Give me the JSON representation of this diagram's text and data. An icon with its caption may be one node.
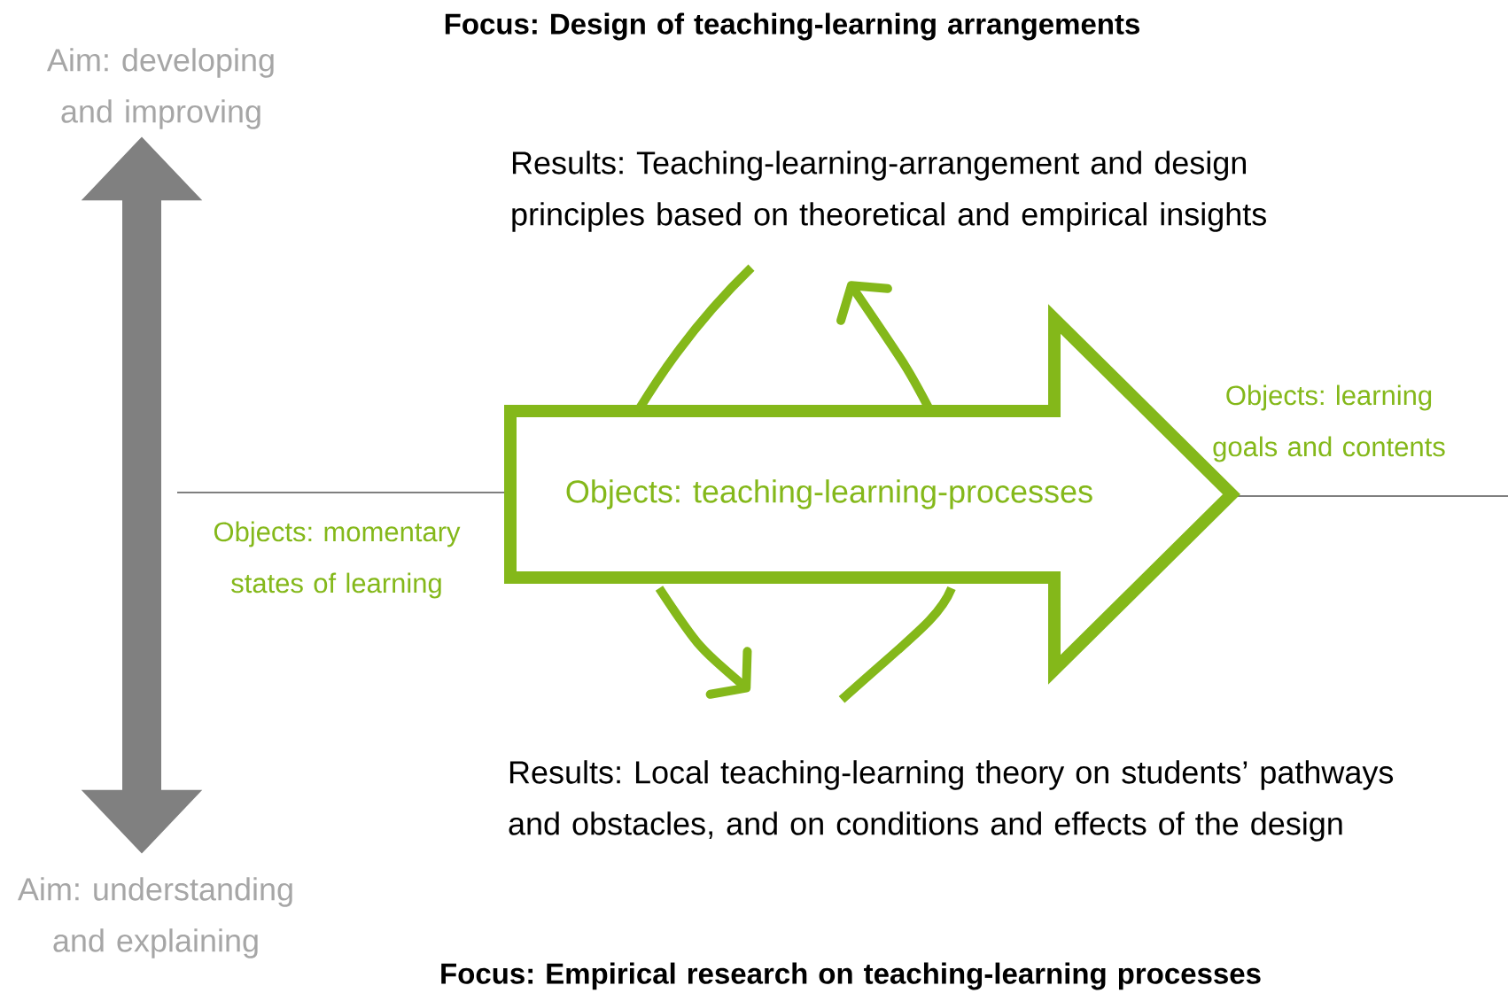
{
  "diagram": {
    "nodes": [
      {
        "text": [
          "Aim: developing and improving"
        ]
      },
      {
        "text": [
          "Aim: understanding and explaining"
        ]
      },
      {
        "text": [
          "Results: Teaching-learning-arrangement and design principles based on theoretical and empirical insights"
        ]
      },
      {
        "text": [
          "Objects: teaching-learning-processes"
        ]
      },
      {
        "text": [
          "Results: Local teaching-learning theory on students’ pathways and obstacles, and on conditions and effects of the design"
        ]
      }
    ],
    "edges": [
      {
        "from": 0,
        "to": 1,
        "arrow": "both",
        "style": "thick",
        "color": "#808080"
      },
      {
        "from": 3,
        "to": 2,
        "arrow": "to"
      },
      {
        "from": 2,
        "to": 3,
        "arrow": "none"
      },
      {
        "from": 3,
        "to": 4,
        "arrow": "to"
      },
      {
        "from": 4,
        "to": 3,
        "arrow": "none"
      }
    ],
    "labels": [
      "Focus: Design of teaching-learning arrangements",
      "Objects: momentary states of learning",
      "Objects: learning goals and contents",
      "Focus: Empirical research on teaching-learning processes"
    ]
  }
}
